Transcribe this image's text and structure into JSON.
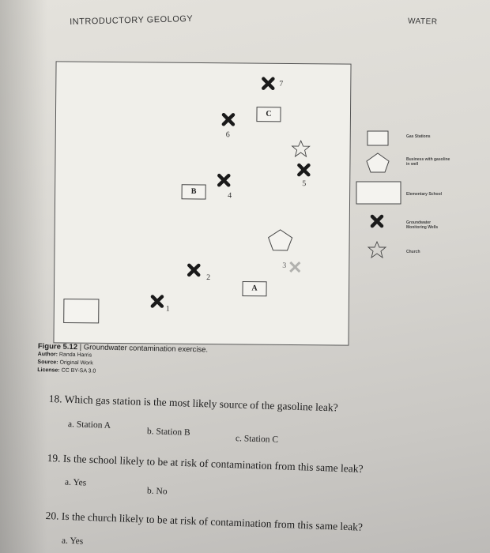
{
  "header": {
    "left": "INTRODUCTORY GEOLOGY",
    "right": "WATER"
  },
  "map": {
    "wells": [
      {
        "label": "1"
      },
      {
        "label": "2"
      },
      {
        "label": "4"
      },
      {
        "label": "5"
      },
      {
        "label": "6"
      },
      {
        "label": "7"
      },
      {
        "label": "3"
      }
    ],
    "stations": {
      "a": "A",
      "b": "B",
      "c": "C"
    }
  },
  "legend": {
    "gas": "Gas Stations",
    "business": "Business with gasoline in well",
    "school": "Elementary School",
    "wells": "Groundwater Monitoring Wells",
    "church": "Church"
  },
  "caption": {
    "figure": "Figure 5.12",
    "sep": "|",
    "title": "Groundwater contamination exercise.",
    "author_label": "Author:",
    "author": "Randa Harris",
    "source_label": "Source:",
    "source": "Original Work",
    "license_label": "License:",
    "license": "CC BY-SA 3.0"
  },
  "questions": [
    {
      "text": "18. Which gas station is the most likely source of the gasoline leak?",
      "options": [
        "a. Station A",
        "b. Station B",
        "c. Station C"
      ]
    },
    {
      "text": "19. Is the school likely to be at risk of contamination from this same leak?",
      "options": [
        "a. Yes",
        "b. No"
      ]
    },
    {
      "text": "20. Is the church likely to be at risk of contamination from this same leak?",
      "options": [
        "a. Yes"
      ]
    }
  ]
}
